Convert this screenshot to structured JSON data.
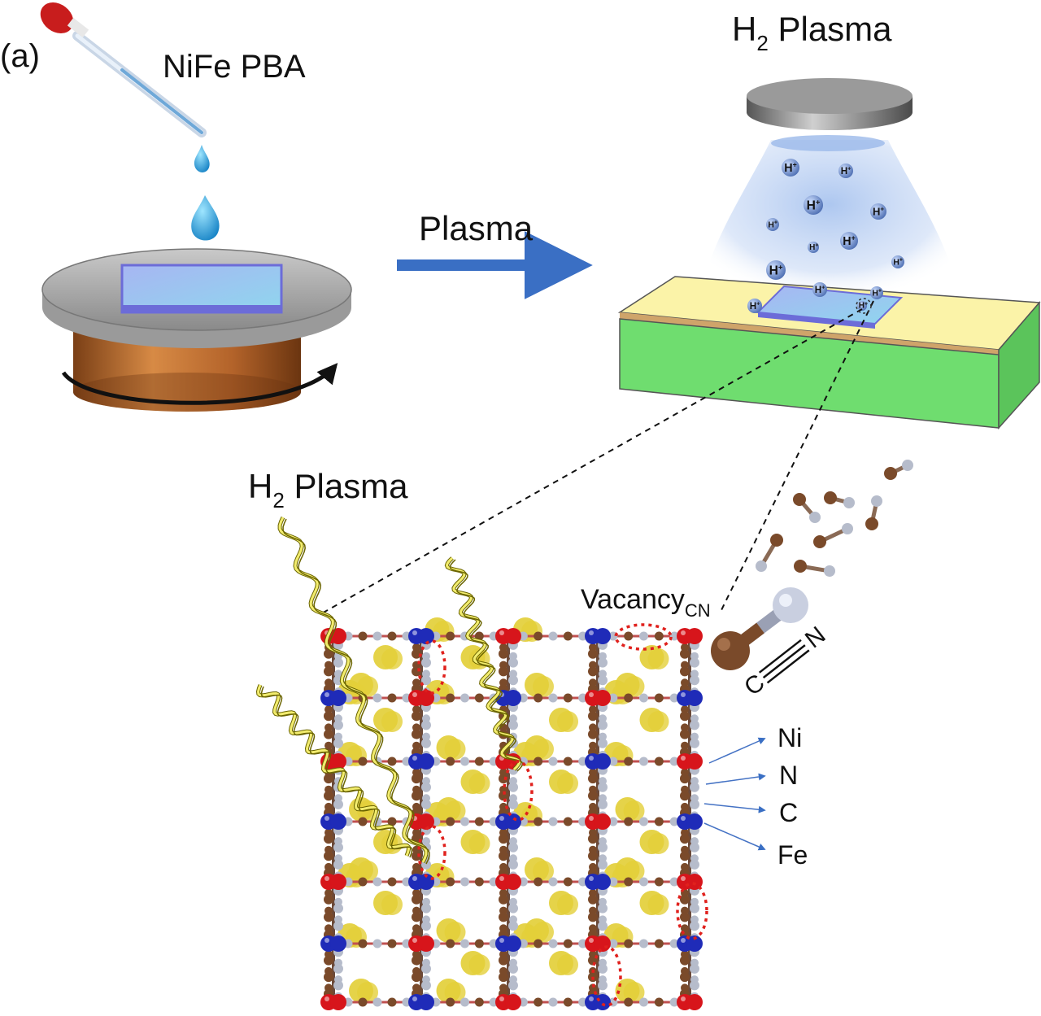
{
  "panel_label": "(a)",
  "step1_label": "NiFe PBA",
  "arrow_label": "Plasma",
  "chamber_label": {
    "main": "H",
    "sub": "2",
    "rest": " Plasma"
  },
  "lattice_plasma_label": {
    "main": "H",
    "sub": "2",
    "rest": " Plasma"
  },
  "ion_label": "H",
  "ion_charge": "+",
  "vacancy_label": {
    "main": "Vacancy",
    "sub": "CN"
  },
  "cn_label": {
    "c": "C",
    "n": "N"
  },
  "legend": [
    {
      "label": "Ni",
      "color": "#d7151b"
    },
    {
      "label": "N",
      "color": "#b6bccb"
    },
    {
      "label": "C",
      "color": "#7a4a2a"
    },
    {
      "label": "Fe",
      "color": "#1f2bb8"
    }
  ],
  "colors": {
    "ni": "#d7151b",
    "fe": "#1f2bb8",
    "c": "#7a4a2a",
    "n": "#b6bccb",
    "guest": "#e3cf3a",
    "arrow": "#4472c4",
    "vacancy": "#e0211d",
    "substrate_top": "#fbf3a8",
    "substrate_side": "#6fdd6f",
    "coil": "#b3632a",
    "plate": "#8c8c8c"
  }
}
